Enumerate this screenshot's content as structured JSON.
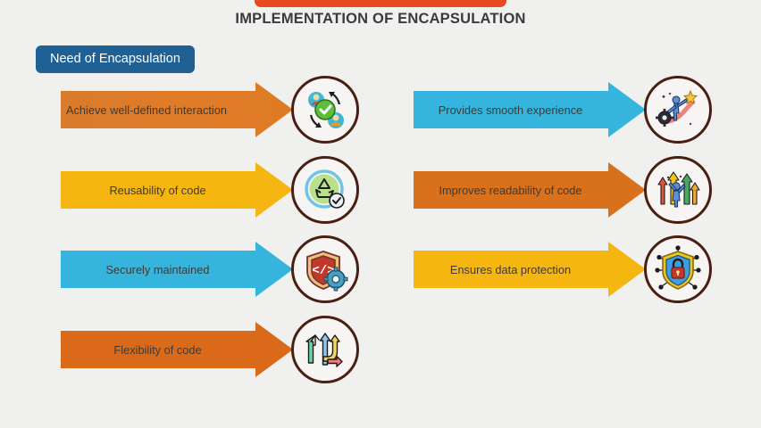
{
  "page": {
    "title": "IMPLEMENTATION OF ENCAPSULATION",
    "background_color": "#f0f0ee",
    "title_color": "#3b3b3b",
    "top_tab_color": "#e8491e"
  },
  "badge": {
    "label": "Need of Encapsulation",
    "background_color": "#1f6095",
    "text_color": "#ffffff"
  },
  "columns": {
    "left": {
      "items": [
        {
          "label": "Achieve well-defined interaction",
          "arrow_color": "#e07b28",
          "text_color": "#4a3a2c",
          "icon": "interaction-users-check-icon",
          "text_align": "left"
        },
        {
          "label": "Reusability of code",
          "arrow_color": "#f5b611",
          "text_color": "#4a3a2c",
          "icon": "recycle-check-icon",
          "text_align": "center"
        },
        {
          "label": "Securely maintained",
          "arrow_color": "#35b5dd",
          "text_color": "#27414f",
          "icon": "shield-code-gear-icon",
          "text_align": "center"
        },
        {
          "label": "Flexibility of code",
          "arrow_color": "#da6a1a",
          "text_color": "#4a3a2c",
          "icon": "branching-arrows-icon",
          "text_align": "center"
        }
      ]
    },
    "right": {
      "items": [
        {
          "label": "Provides smooth experience",
          "arrow_color": "#35b5dd",
          "text_color": "#27414f",
          "icon": "person-rising-arrow-star-icon",
          "text_align": "center"
        },
        {
          "label": "Improves readability of code",
          "arrow_color": "#d9701c",
          "text_color": "#4a3a2c",
          "icon": "person-growth-arrows-icon",
          "text_align": "center"
        },
        {
          "label": "Ensures data protection",
          "arrow_color": "#f5b611",
          "text_color": "#4a3a2c",
          "icon": "shield-lock-network-icon",
          "text_align": "center"
        }
      ]
    }
  }
}
